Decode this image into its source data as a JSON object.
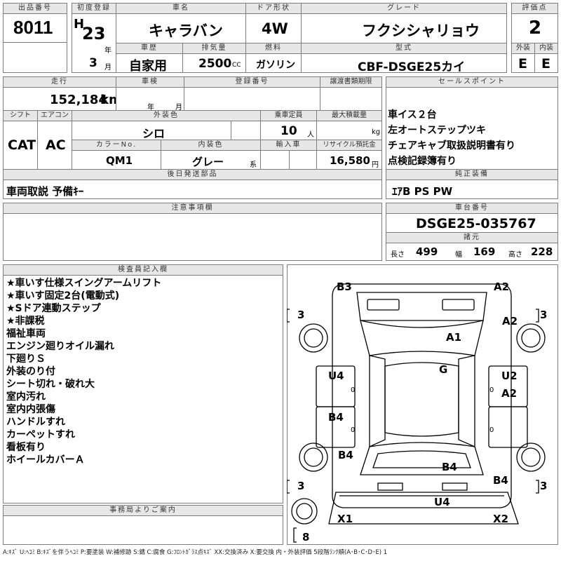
{
  "headers": {
    "lot_no": "出品番号",
    "first_reg": "初度登録",
    "car_name": "車名",
    "door": "ドア形状",
    "grade": "グレード",
    "score": "評価点",
    "history": "車歴",
    "displacement": "排気量",
    "fuel": "燃料",
    "model": "型式",
    "exterior": "外装",
    "interior": "内装",
    "mileage": "走行",
    "inspection": "車検",
    "reg_no": "登録番号",
    "transfer_deadline": "譲渡書類期限",
    "sales_points": "セールスポイント",
    "shift": "シフト",
    "aircon": "エアコン",
    "ext_color": "外装色",
    "capacity": "乗車定員",
    "max_load": "最大積載量",
    "color_no": "カラーNo.",
    "int_color": "内装色",
    "import": "輸入車",
    "recycle": "リサイクル預託金",
    "later_parts": "後日発送部品",
    "genuine_equipment": "純正装備",
    "notes": "注意事項欄",
    "chassis_no": "車台番号",
    "specs": "諸元",
    "inspector_notes": "検査員記入欄",
    "office_notice": "事務局よりご案内"
  },
  "lot_no": "8011",
  "era": "H",
  "year": "23",
  "year_unit": "年",
  "month": "3",
  "month_unit": "月",
  "car_name": "キャラバン",
  "door": "4W",
  "grade": "フクシシャリョウ",
  "score": "2",
  "history": "自家用",
  "displacement": "2500",
  "displacement_unit": "CC",
  "fuel": "ガソリン",
  "model": "CBF-DSGE25カイ",
  "exterior_grade": "E",
  "interior_grade": "E",
  "mileage": "152,184",
  "mileage_unit": "km",
  "inspection_year_unit": "年",
  "inspection_month_unit": "月",
  "sales_points": [
    "車イス２台",
    "左オートステップツキ",
    "チェアキャブ取扱説明書有り",
    "点検記録簿有り"
  ],
  "shift": "CAT",
  "aircon": "AC",
  "ext_color": "シロ",
  "capacity": "10",
  "capacity_unit": "人",
  "max_load_unit": "kg",
  "color_no": "QM1",
  "int_color": "グレー",
  "int_color_unit": "系",
  "recycle": "16,580",
  "recycle_unit": "円",
  "later_parts": "車両取説 予備ｷｰ",
  "genuine_equipment": "ｴｱB PS PW",
  "chassis_no": "DSGE25-035767",
  "length_label": "長さ",
  "length": "499",
  "width_label": "幅",
  "width": "169",
  "height_label": "高さ",
  "height": "228",
  "inspector_lines": [
    "★車いす仕様スイングアームリフト",
    "★車いす固定2台(電動式)",
    "★Sドア連動ステップ",
    "★非課税",
    "福祉車両",
    "エンジン廻りオイル漏れ",
    "下廻りＳ",
    "外装のり付",
    "シート切れ・破れ大",
    "室内汚れ",
    "室内内張傷",
    "ハンドルすれ",
    "カーペットすれ",
    "看板有り",
    "ホイールカバーＡ"
  ],
  "diagram_marks": {
    "b3": "B3",
    "a2_top": "A2",
    "a2_right": "A2",
    "a1": "A1",
    "g": "G",
    "u4_left": "U4",
    "u2": "U2",
    "a2_mid": "A2",
    "b4_left_upper": "B4",
    "b4_left_lower": "B4",
    "b4_center": "B4",
    "b4_right": "B4",
    "u4_bottom": "U4",
    "x1": "X1",
    "x2": "X2",
    "tire_fl": "3",
    "tire_fr": "3",
    "tire_rl": "3",
    "tire_rr": "3",
    "spare": "8",
    "zero_left_upper": "0",
    "zero_left_lower": "0",
    "zero_right_upper": "0",
    "zero_right_lower": "0"
  },
  "legend": "A:ｷｽﾞ U:ﾍｺﾐ B:ｷｽﾞを伴うﾍｺﾐ P:要塗装 W:補修跡 S:錆 C:腐食 G:ﾌﾛﾝﾄｶﾞﾗｽ点ｷｽﾞ XX:交換済み X:要交換 内・外装評価 5段階ﾗﾝｸ順(A･B･C･D･E) 1"
}
